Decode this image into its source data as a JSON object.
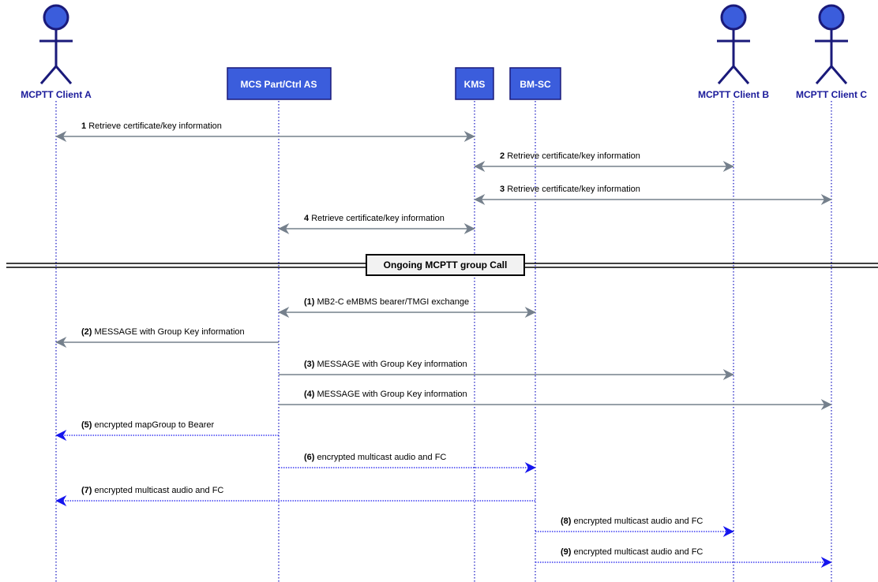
{
  "participants": [
    {
      "id": "clientA",
      "label": "MCPTT Client A",
      "kind": "actor"
    },
    {
      "id": "mcs",
      "label": "MCS Part/Ctrl AS",
      "kind": "box"
    },
    {
      "id": "kms",
      "label": "KMS",
      "kind": "box"
    },
    {
      "id": "bmsc",
      "label": "BM-SC",
      "kind": "box"
    },
    {
      "id": "clientB",
      "label": "MCPTT Client B",
      "kind": "actor"
    },
    {
      "id": "clientC",
      "label": "MCPTT Client C",
      "kind": "actor"
    }
  ],
  "divider": {
    "label": "Ongoing MCPTT group Call"
  },
  "messages": [
    {
      "num": "1",
      "text": "Retrieve certificate/key information",
      "from": "kms",
      "to": "clientA",
      "both": true,
      "style": "solid"
    },
    {
      "num": "2",
      "text": "Retrieve certificate/key information",
      "from": "kms",
      "to": "clientB",
      "both": true,
      "style": "solid"
    },
    {
      "num": "3",
      "text": "Retrieve certificate/key information",
      "from": "kms",
      "to": "clientC",
      "both": true,
      "style": "solid"
    },
    {
      "num": "4",
      "text": "Retrieve certificate/key information",
      "from": "mcs",
      "to": "kms",
      "both": true,
      "style": "solid"
    },
    {
      "num": "(1)",
      "text": "MB2-C eMBMS bearer/TMGI exchange",
      "from": "mcs",
      "to": "bmsc",
      "both": true,
      "style": "solid"
    },
    {
      "num": "(2)",
      "text": "MESSAGE with Group Key information",
      "from": "mcs",
      "to": "clientA",
      "both": false,
      "style": "solid"
    },
    {
      "num": "(3)",
      "text": "MESSAGE with Group Key information",
      "from": "mcs",
      "to": "clientB",
      "both": false,
      "style": "solid"
    },
    {
      "num": "(4)",
      "text": "MESSAGE with Group Key information",
      "from": "mcs",
      "to": "clientC",
      "both": false,
      "style": "solid"
    },
    {
      "num": "(5)",
      "text": "encrypted mapGroup to Bearer",
      "from": "mcs",
      "to": "clientA",
      "both": false,
      "style": "dotted"
    },
    {
      "num": "(6)",
      "text": "encrypted multicast audio and FC",
      "from": "mcs",
      "to": "bmsc",
      "both": false,
      "style": "dotted"
    },
    {
      "num": "(7)",
      "text": "encrypted multicast audio and FC",
      "from": "bmsc",
      "to": "clientA",
      "both": false,
      "style": "dotted"
    },
    {
      "num": "(8)",
      "text": "encrypted multicast audio and FC",
      "from": "bmsc",
      "to": "clientB",
      "both": false,
      "style": "dotted"
    },
    {
      "num": "(9)",
      "text": "encrypted multicast audio and FC",
      "from": "bmsc",
      "to": "clientC",
      "both": false,
      "style": "dotted"
    }
  ],
  "colors": {
    "solid_arrow": "#75808c",
    "dotted_arrow": "#1515ee",
    "box_fill": "#3b5ddc",
    "actor_label": "#1a1a9a"
  }
}
